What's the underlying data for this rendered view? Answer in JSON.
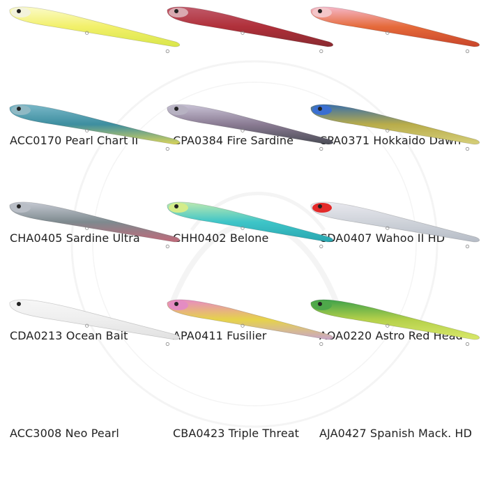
{
  "products": [
    {
      "label": "ACC0170 Pearl Chart II",
      "colors": [
        "#fbfbc8",
        "#f2f06a",
        "#d9e64a"
      ],
      "head": "#f3f3dc"
    },
    {
      "label": "CPA0384 Fire Sardine",
      "colors": [
        "#c05a6a",
        "#b0303a",
        "#8a2a30"
      ],
      "head": "#d9a9b0"
    },
    {
      "label": "CPA0371 Hokkaido Dawn",
      "colors": [
        "#f5b7c9",
        "#e56a3a",
        "#c8452a"
      ],
      "head": "#f3c6c9"
    },
    {
      "label": "CHA0405 Sardine Ultra",
      "colors": [
        "#7ab8c8",
        "#3d8ea0",
        "#d9d45a"
      ],
      "head": "#8fb9c4"
    },
    {
      "label": "CHH0402 Belone",
      "colors": [
        "#c9c3d6",
        "#8a7b93",
        "#4a4c55"
      ],
      "head": "#b7b2c2"
    },
    {
      "label": "CDA0407 Wahoo II HD",
      "colors": [
        "#3a6fa8",
        "#b8ac4a",
        "#d6cf7a"
      ],
      "head": "#3a6fd1"
    },
    {
      "label": "CDA0213 Ocean Bait",
      "colors": [
        "#c5c9d2",
        "#7e8a8f",
        "#c06a7a"
      ],
      "head": "#b9bec6"
    },
    {
      "label": "APA0411 Fusilier",
      "colors": [
        "#bde9b0",
        "#3ec5c8",
        "#2aa6b0"
      ],
      "head": "#d4ec8a"
    },
    {
      "label": "AOA0220 Astro Red Head",
      "colors": [
        "#e8e8ee",
        "#cfd3da",
        "#b6bcc6"
      ],
      "head": "#e32a2a"
    },
    {
      "label": "ACC3008 Neo Pearl",
      "colors": [
        "#f7f7f7",
        "#eeeeee",
        "#e1e1e1"
      ],
      "head": "#f3f3f3"
    },
    {
      "label": "CBA0423 Triple Threat",
      "colors": [
        "#e88cc2",
        "#e6d34a",
        "#c9a6c9"
      ],
      "head": "#e48cc2"
    },
    {
      "label": "AJA0427 Spanish Mack. HD",
      "colors": [
        "#3ea14a",
        "#b4d04a",
        "#d9e86a"
      ],
      "head": "#4ea84a"
    }
  ]
}
